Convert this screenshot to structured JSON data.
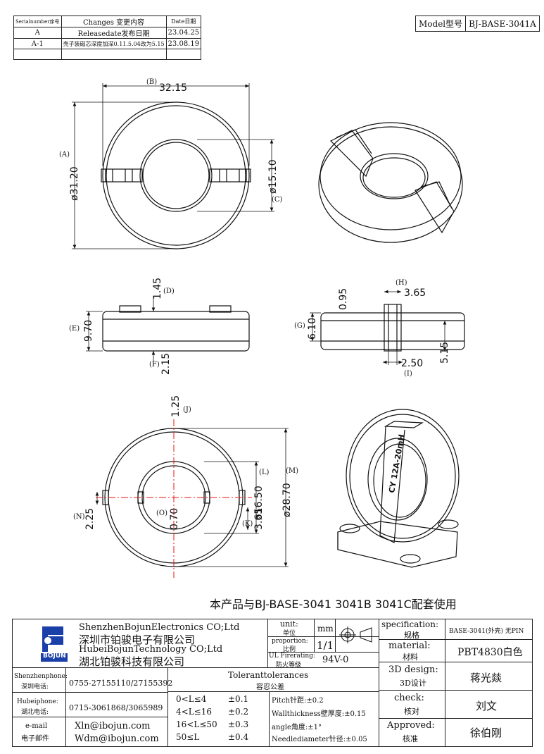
{
  "revision_table": {
    "headers": [
      "Serialnumber序号",
      "Changes 变更内容",
      "Date日期"
    ],
    "rows": [
      [
        "A",
        "Releasedate发布日期",
        "23.04.25"
      ],
      [
        "A-1",
        "壳子装磁芯深度加深0.11.5.04改为5.15",
        "23.08.19"
      ],
      [
        "",
        "",
        ""
      ]
    ]
  },
  "model": {
    "label": "Model型号",
    "value": "BJ-BASE-3041A"
  },
  "dimensions": {
    "top_width": "32.15",
    "top_width_ref": "(B)",
    "outer_dia": "ø31.20",
    "outer_dia_ref": "(A)",
    "inner_dia": "ø15.10",
    "inner_dia_ref": "(C)",
    "d": "1.45",
    "d_ref": "(D)",
    "e": "9.70",
    "e_ref": "(E)",
    "f": "2.15",
    "f_ref": "(F)",
    "g": "6.10",
    "g_ref": "(G)",
    "h_small": "0.95",
    "h": "3.65",
    "h_ref": "(H)",
    "i": "2.50",
    "i_ref": "(I)",
    "depth": "5.15",
    "j": "1.25",
    "j_ref": "(J)",
    "l": "ø16.50",
    "l_ref": "(L)",
    "m": "ø28.70",
    "m_ref": "(M)",
    "n": "2.25",
    "n_ref": "(N)",
    "o": "0.70",
    "o_ref": "(O)",
    "k": "3.65",
    "k_ref": "(K)",
    "stamp": "CY 12A-20mH"
  },
  "note": "本产品与BJ-BASE-3041 3041B 3041C配套使用",
  "title_block": {
    "company_en_1": "ShenzhenBojunElectronics CO;Ltd",
    "company_cn_1": "深圳市铂骏电子有限公司",
    "company_en_2": "HubeiBojunTechnology CO;Ltd",
    "company_cn_2": "湖北铂骏科技有限公司",
    "logo_text": "BOJUN",
    "unit_label": "unit:",
    "unit_label_cn": "单位",
    "unit_value": "mm",
    "proportion_label": "proportion:",
    "proportion_label_cn": "比例",
    "proportion_value": "1/1",
    "ul_label": "UL Firerating:",
    "ul_label_cn": "防火等级",
    "ul_value": "94V-0",
    "spec_label": "specification:",
    "spec_label_cn": "规格",
    "spec_value": "BASE-3041(外壳) 无PIN",
    "material_label": "material:",
    "material_label_cn": "材料",
    "material_value": "PBT4830白色",
    "design_label": "3D design:",
    "design_label_cn": "3D设计",
    "design_value": "蒋光燚",
    "check_label": "check:",
    "check_label_cn": "核对",
    "check_value": "刘文",
    "approved_label": "Approved:",
    "approved_label_cn": "核准",
    "approved_value": "徐伯刚",
    "sz_phone_label": "Shenzhenphone:",
    "sz_phone_label_cn": "深圳电话:",
    "sz_phone": "0755-27155110/27155392",
    "hb_phone_label": "Hubeiphone:",
    "hb_phone_label_cn": "湖北电话:",
    "hb_phone": "0715-3061868/3065989",
    "email_label": "e-mail",
    "email_label_cn": "电子邮件",
    "email_1": "Xln@ibojun.com",
    "email_2": "Wdm@ibojun.com",
    "tol_title": "Toleranttolerances",
    "tol_title_cn": "容忍公差",
    "tol_rows": [
      [
        "0<L≤4",
        "±0.1"
      ],
      [
        "4<L≤16",
        "±0.2"
      ],
      [
        "16<L≤50",
        "±0.3"
      ],
      [
        "50≤L",
        "±0.4"
      ]
    ],
    "tol_notes": [
      "Pitch针距:±0.2",
      "Wallthickness壁厚度:±0.15",
      "angle角度:±1°",
      "Needlediameter针径:±0.05"
    ]
  }
}
